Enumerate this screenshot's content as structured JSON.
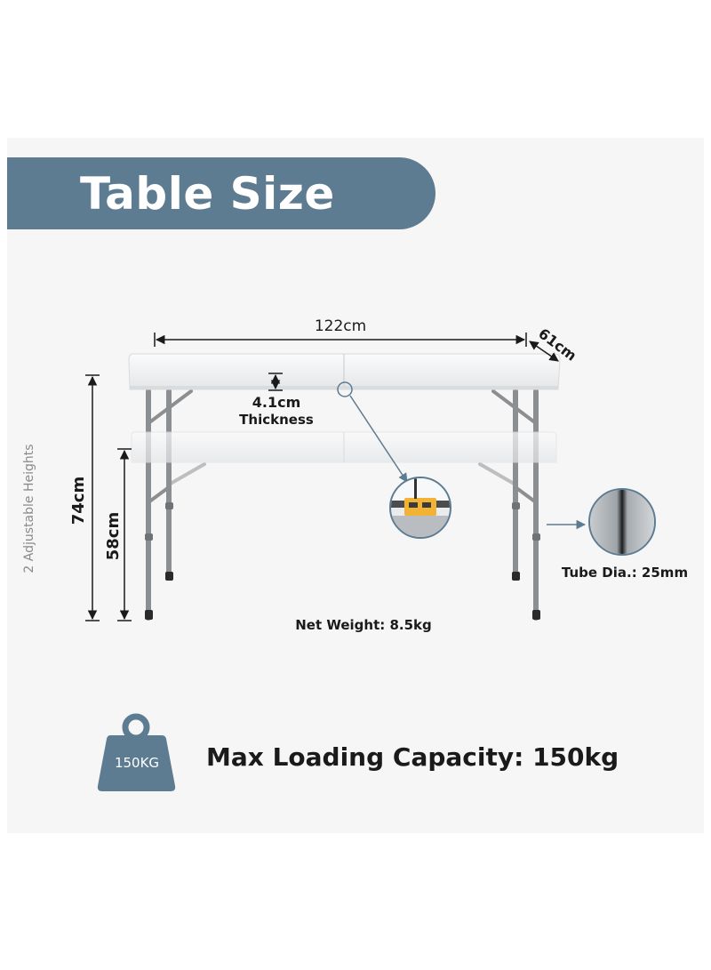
{
  "banner": {
    "title": "Table Size"
  },
  "dimensions": {
    "length": "122cm",
    "width": "61cm",
    "top_thickness": "4.1cm",
    "thickness_label": "Thickness",
    "height_high": "74cm",
    "height_low": "58cm",
    "heights_note": "2 Adjustable Heights",
    "tube_diameter": "Tube Dia.: 25mm",
    "net_weight": "Net Weight: 8.5kg"
  },
  "capacity": {
    "weight_badge": "150KG",
    "text": "Max Loading Capacity: 150kg"
  },
  "colors": {
    "accent": "#5d7b91",
    "panel": "#f6f6f6",
    "table_top": "#f3f4f5",
    "frame": "#8c8f92",
    "text": "#1a1a1a"
  },
  "icons": [
    "weight-icon",
    "hinge-detail-icon",
    "tube-detail-icon"
  ]
}
